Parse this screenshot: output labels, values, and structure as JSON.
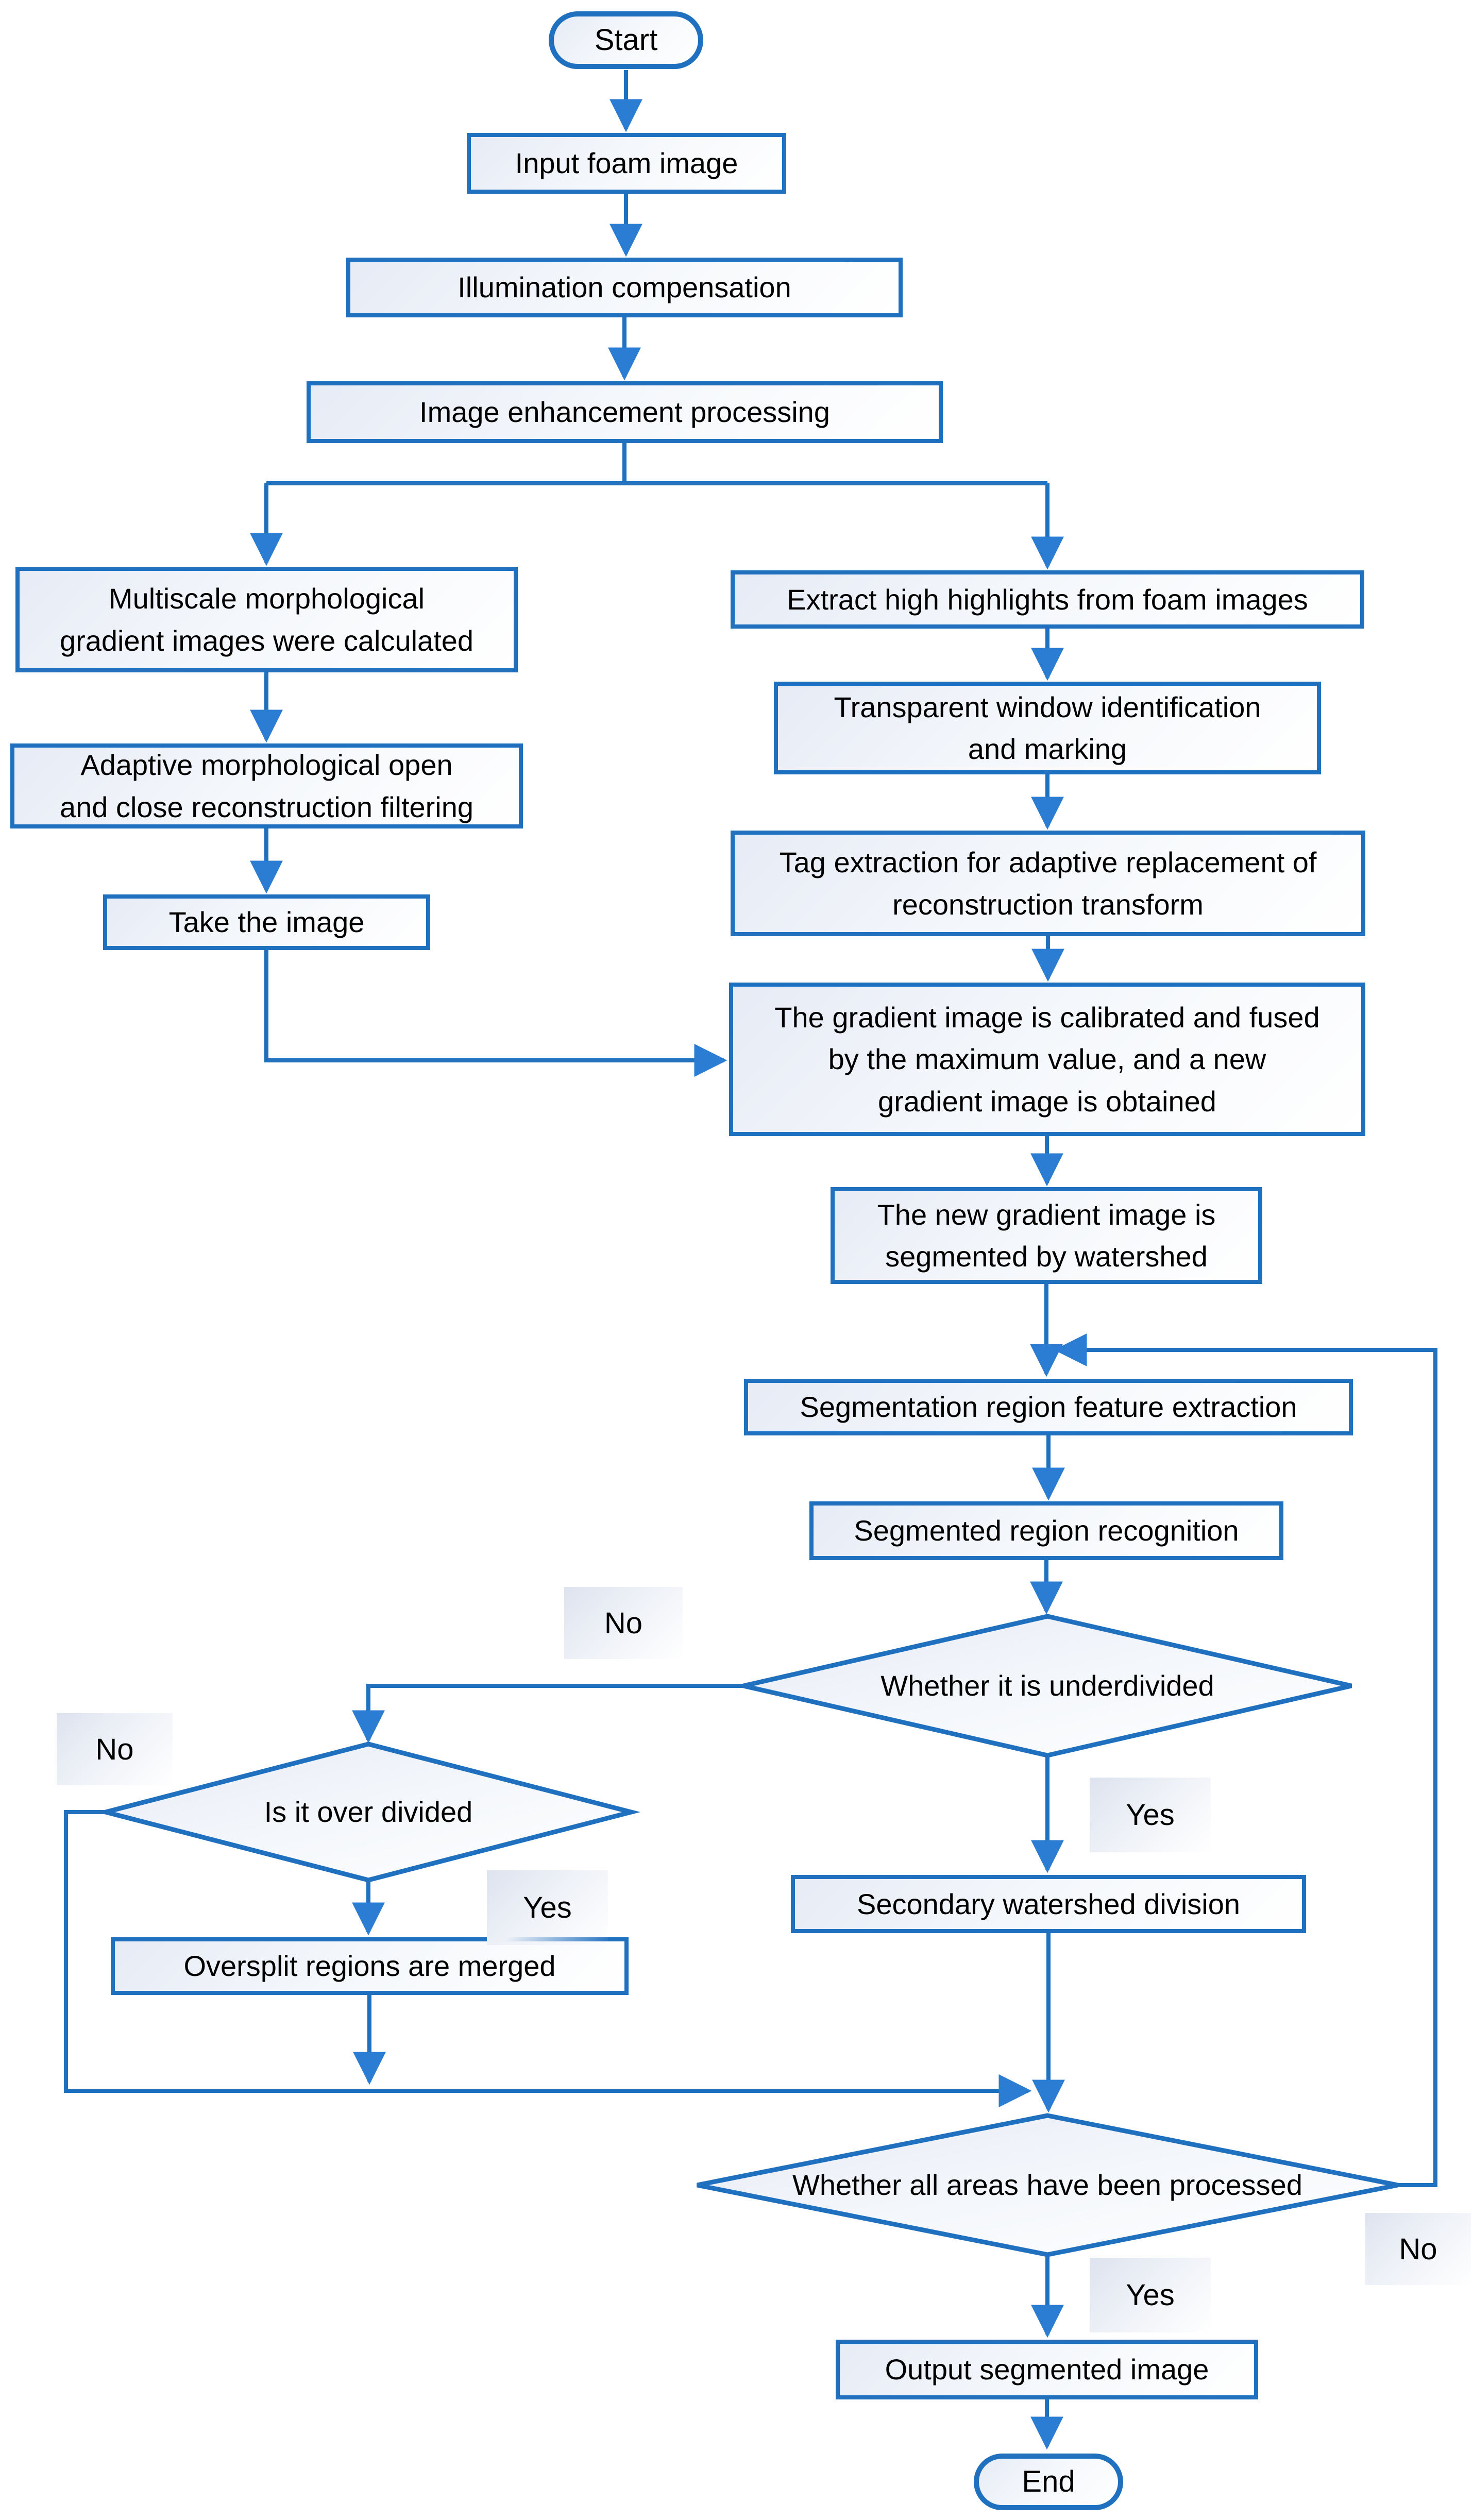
{
  "flowchart": {
    "nodes": {
      "start": "Start",
      "input_foam": "Input foam image",
      "illumination": "Illumination compensation",
      "enhancement": "Image enhancement processing",
      "multiscale": "Multiscale morphological\ngradient images were calculated",
      "adaptive_filter": "Adaptive morphological open\nand close reconstruction filtering",
      "take_image": "Take the image",
      "extract_highlights": "Extract high highlights from foam images",
      "transparent_window": "Transparent window identification\nand marking",
      "tag_extraction": "Tag extraction for adaptive replacement of\nreconstruction transform",
      "gradient_fused": "The gradient image is calibrated and fused\nby the maximum value, and a new\ngradient image is obtained",
      "watershed_segment": "The new gradient image is\nsegmented by watershed",
      "seg_feature": "Segmentation region feature extraction",
      "seg_recognition": "Segmented region recognition",
      "underdivided_decision": "Whether it is underdivided",
      "overdivided_decision": "Is it over divided",
      "secondary_watershed": "Secondary watershed division",
      "oversplit_merge": "Oversplit regions are merged",
      "all_processed_decision": "Whether all areas have been processed",
      "output_image": "Output segmented image",
      "end": "End"
    },
    "labels": {
      "underdivided_no": "No",
      "underdivided_yes": "Yes",
      "overdivided_no": "No",
      "overdivided_yes": "Yes",
      "all_processed_no": "No",
      "all_processed_yes": "Yes"
    },
    "colors": {
      "line": "#2070c0",
      "arrow": "#2b7dd3",
      "text": "#000000"
    }
  }
}
